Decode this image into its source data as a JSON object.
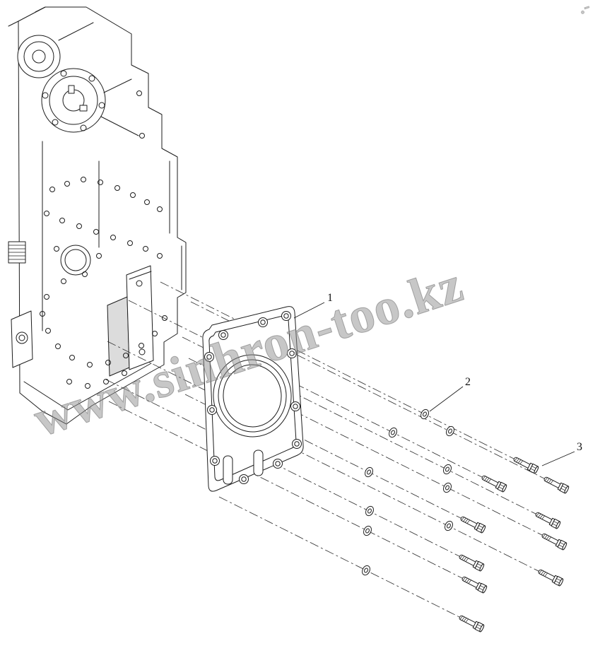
{
  "diagram": {
    "type": "exploded-parts-view",
    "background": "#ffffff",
    "line_color": "#1c1c1c"
  },
  "watermark": {
    "text": "www.sinhron-too.kz",
    "corner_fragment": ".-",
    "color": "#8f8f8f"
  },
  "callouts": [
    {
      "label": "1",
      "part": "rear-oil-seal-plate"
    },
    {
      "label": "2",
      "part": "washer"
    },
    {
      "label": "3",
      "part": "hex-bolt"
    }
  ],
  "parts": [
    {
      "ref": "1",
      "name": "rear-oil-seal-plate",
      "drawn_count": 1
    },
    {
      "ref": "2",
      "name": "washer",
      "drawn_count": 10
    },
    {
      "ref": "3",
      "name": "hex-bolt",
      "drawn_count": 10
    }
  ]
}
